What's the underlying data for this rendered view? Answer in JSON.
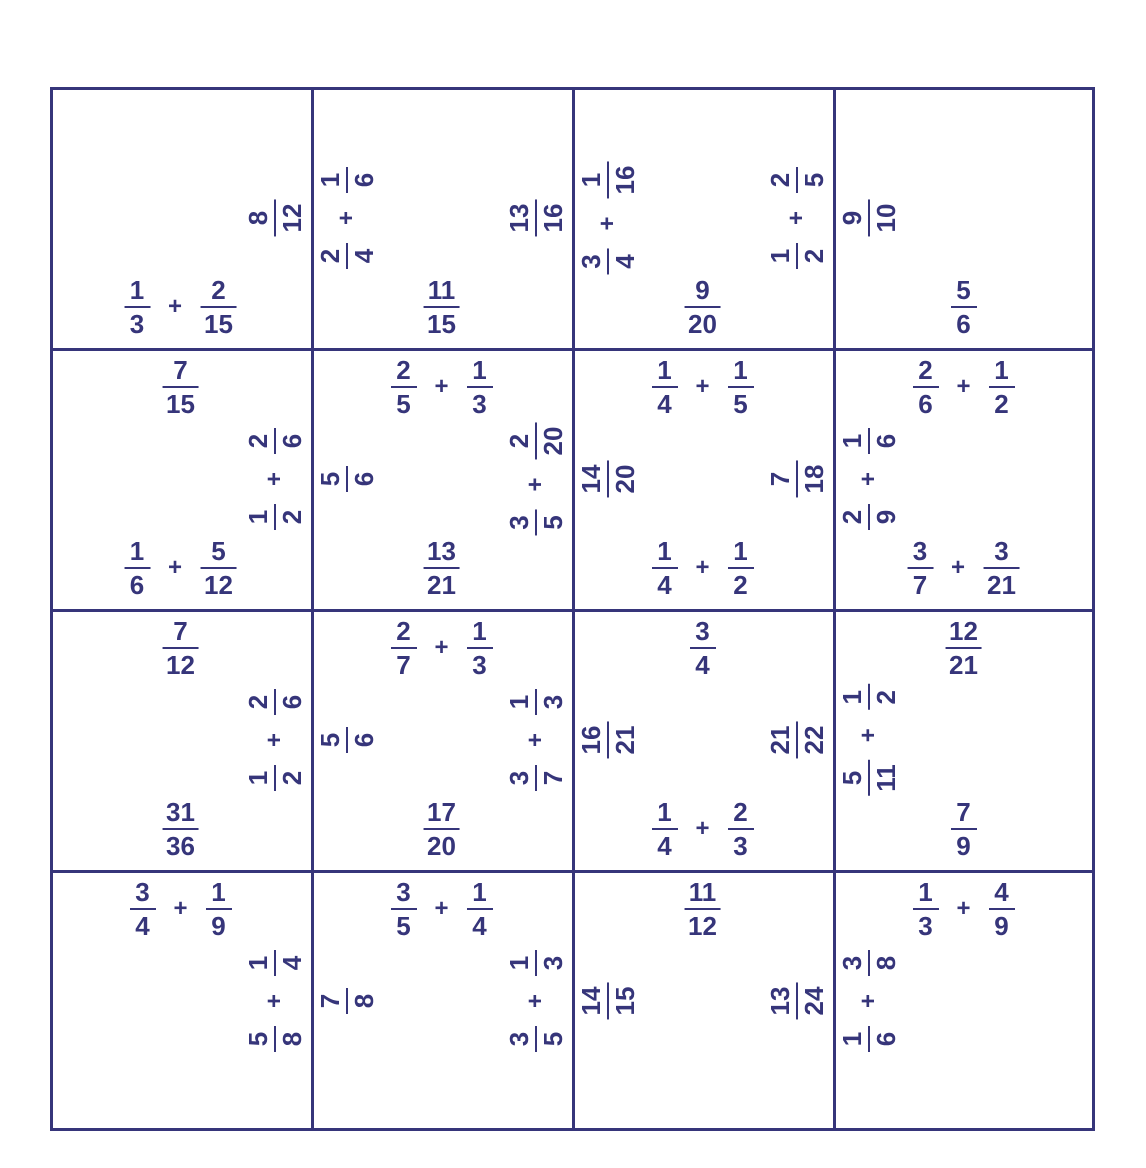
{
  "colors": {
    "ink": "#36357a",
    "background": "#ffffff"
  },
  "rows": [
    [
      {
        "bottom": {
          "terms": [
            {
              "n": "1",
              "d": "3"
            },
            {
              "n": "2",
              "d": "15"
            }
          ],
          "op": "+"
        },
        "right": {
          "terms": [
            {
              "n": "8",
              "d": "12"
            }
          ]
        }
      },
      {
        "left": {
          "terms": [
            {
              "n": "2",
              "d": "4"
            },
            {
              "n": "1",
              "d": "6"
            }
          ],
          "op": "+"
        },
        "right": {
          "terms": [
            {
              "n": "13",
              "d": "16"
            }
          ]
        },
        "bottom": {
          "terms": [
            {
              "n": "11",
              "d": "15"
            }
          ]
        }
      },
      {
        "left": {
          "terms": [
            {
              "n": "3",
              "d": "4"
            },
            {
              "n": "1",
              "d": "16"
            }
          ],
          "op": "+"
        },
        "right": {
          "terms": [
            {
              "n": "1",
              "d": "2"
            },
            {
              "n": "2",
              "d": "5"
            }
          ],
          "op": "+"
        },
        "bottom": {
          "terms": [
            {
              "n": "9",
              "d": "20"
            }
          ]
        }
      },
      {
        "left": {
          "terms": [
            {
              "n": "9",
              "d": "10"
            }
          ]
        },
        "bottom": {
          "terms": [
            {
              "n": "5",
              "d": "6"
            }
          ]
        }
      }
    ],
    [
      {
        "top": {
          "terms": [
            {
              "n": "7",
              "d": "15"
            }
          ]
        },
        "right": {
          "terms": [
            {
              "n": "1",
              "d": "2"
            },
            {
              "n": "2",
              "d": "6"
            }
          ],
          "op": "+"
        },
        "bottom": {
          "terms": [
            {
              "n": "1",
              "d": "6"
            },
            {
              "n": "5",
              "d": "12"
            }
          ],
          "op": "+"
        }
      },
      {
        "top": {
          "terms": [
            {
              "n": "2",
              "d": "5"
            },
            {
              "n": "1",
              "d": "3"
            }
          ],
          "op": "+"
        },
        "left": {
          "terms": [
            {
              "n": "5",
              "d": "6"
            }
          ]
        },
        "right": {
          "terms": [
            {
              "n": "3",
              "d": "5"
            },
            {
              "n": "2",
              "d": "20"
            }
          ],
          "op": "+"
        },
        "bottom": {
          "terms": [
            {
              "n": "13",
              "d": "21"
            }
          ]
        }
      },
      {
        "top": {
          "terms": [
            {
              "n": "1",
              "d": "4"
            },
            {
              "n": "1",
              "d": "5"
            }
          ],
          "op": "+"
        },
        "left": {
          "terms": [
            {
              "n": "14",
              "d": "20"
            }
          ]
        },
        "right": {
          "terms": [
            {
              "n": "7",
              "d": "18"
            }
          ]
        },
        "bottom": {
          "terms": [
            {
              "n": "1",
              "d": "4"
            },
            {
              "n": "1",
              "d": "2"
            }
          ],
          "op": "+"
        }
      },
      {
        "top": {
          "terms": [
            {
              "n": "2",
              "d": "6"
            },
            {
              "n": "1",
              "d": "2"
            }
          ],
          "op": "+"
        },
        "left": {
          "terms": [
            {
              "n": "2",
              "d": "9"
            },
            {
              "n": "1",
              "d": "6"
            }
          ],
          "op": "+"
        },
        "bottom": {
          "terms": [
            {
              "n": "3",
              "d": "7"
            },
            {
              "n": "3",
              "d": "21"
            }
          ],
          "op": "+"
        }
      }
    ],
    [
      {
        "top": {
          "terms": [
            {
              "n": "7",
              "d": "12"
            }
          ]
        },
        "right": {
          "terms": [
            {
              "n": "1",
              "d": "2"
            },
            {
              "n": "2",
              "d": "6"
            }
          ],
          "op": "+"
        },
        "bottom": {
          "terms": [
            {
              "n": "31",
              "d": "36"
            }
          ]
        }
      },
      {
        "top": {
          "terms": [
            {
              "n": "2",
              "d": "7"
            },
            {
              "n": "1",
              "d": "3"
            }
          ],
          "op": "+"
        },
        "left": {
          "terms": [
            {
              "n": "5",
              "d": "6"
            }
          ]
        },
        "right": {
          "terms": [
            {
              "n": "3",
              "d": "7"
            },
            {
              "n": "1",
              "d": "3"
            }
          ],
          "op": "+"
        },
        "bottom": {
          "terms": [
            {
              "n": "17",
              "d": "20"
            }
          ]
        }
      },
      {
        "top": {
          "terms": [
            {
              "n": "3",
              "d": "4"
            }
          ]
        },
        "left": {
          "terms": [
            {
              "n": "16",
              "d": "21"
            }
          ]
        },
        "right": {
          "terms": [
            {
              "n": "21",
              "d": "22"
            }
          ]
        },
        "bottom": {
          "terms": [
            {
              "n": "1",
              "d": "4"
            },
            {
              "n": "2",
              "d": "3"
            }
          ],
          "op": "+"
        }
      },
      {
        "top": {
          "terms": [
            {
              "n": "12",
              "d": "21"
            }
          ]
        },
        "left": {
          "terms": [
            {
              "n": "5",
              "d": "11"
            },
            {
              "n": "1",
              "d": "2"
            }
          ],
          "op": "+"
        },
        "bottom": {
          "terms": [
            {
              "n": "7",
              "d": "9"
            }
          ]
        }
      }
    ],
    [
      {
        "top": {
          "terms": [
            {
              "n": "3",
              "d": "4"
            },
            {
              "n": "1",
              "d": "9"
            }
          ],
          "op": "+"
        },
        "right": {
          "terms": [
            {
              "n": "5",
              "d": "8"
            },
            {
              "n": "1",
              "d": "4"
            }
          ],
          "op": "+"
        }
      },
      {
        "top": {
          "terms": [
            {
              "n": "3",
              "d": "5"
            },
            {
              "n": "1",
              "d": "4"
            }
          ],
          "op": "+"
        },
        "left": {
          "terms": [
            {
              "n": "7",
              "d": "8"
            }
          ]
        },
        "right": {
          "terms": [
            {
              "n": "3",
              "d": "5"
            },
            {
              "n": "1",
              "d": "3"
            }
          ],
          "op": "+"
        }
      },
      {
        "top": {
          "terms": [
            {
              "n": "11",
              "d": "12"
            }
          ]
        },
        "left": {
          "terms": [
            {
              "n": "14",
              "d": "15"
            }
          ]
        },
        "right": {
          "terms": [
            {
              "n": "13",
              "d": "24"
            }
          ]
        }
      },
      {
        "top": {
          "terms": [
            {
              "n": "1",
              "d": "3"
            },
            {
              "n": "4",
              "d": "9"
            }
          ],
          "op": "+"
        },
        "left": {
          "terms": [
            {
              "n": "1",
              "d": "6"
            },
            {
              "n": "3",
              "d": "8"
            }
          ],
          "op": "+"
        }
      }
    ]
  ]
}
